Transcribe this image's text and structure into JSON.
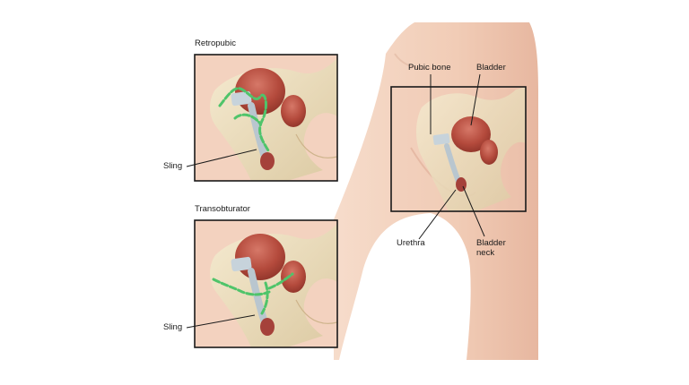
{
  "labels": {
    "retropubic_title": "Retropubic",
    "transobturator_title": "Transobturator",
    "sling_top": "Sling",
    "sling_bottom": "Sling",
    "pubic_bone": "Pubic bone",
    "bladder": "Bladder",
    "urethra": "Urethra",
    "bladder_neck_line1": "Bladder",
    "bladder_neck_line2": "neck"
  },
  "colors": {
    "skin": "#f3d3bf",
    "skin_shadow": "#e3b39b",
    "bone": "#eadcbc",
    "bladder": "#b34a3c",
    "sling": "#4fc46a",
    "frame": "#1a1a1a"
  },
  "icons": {
    "bladder": "bladder-shape",
    "pubic_bone": "pubic-bone-shape",
    "sling": "sling-mesh"
  }
}
